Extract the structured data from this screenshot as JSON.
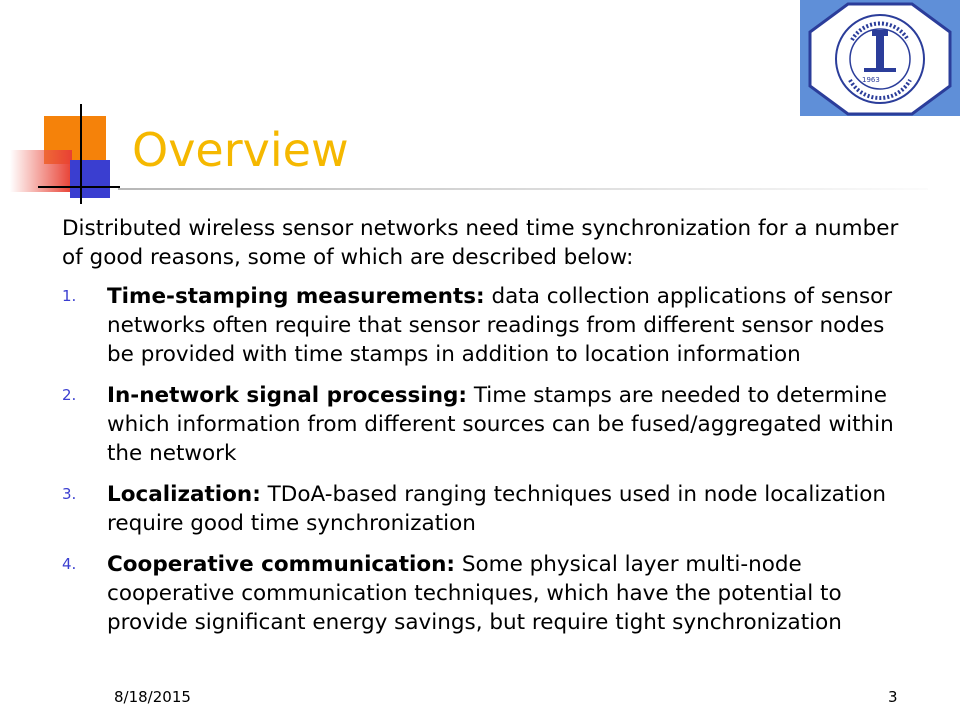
{
  "slide": {
    "title": "Overview",
    "intro": "Distributed wireless sensor networks need time synchronization for a number of good reasons, some of which are described below:",
    "items": [
      {
        "number": "1.",
        "heading": "Time-stamping measurements:",
        "text": " data collection applications of sensor networks often require that sensor readings from different sensor nodes be provided with time stamps in addition to location information"
      },
      {
        "number": "2.",
        "heading": "In-network signal processing:",
        "text": " Time stamps are needed to determine which information from different sources can be fused/aggregated within the network"
      },
      {
        "number": "3.",
        "heading": "Localization:",
        "text": " TDoA-based ranging techniques used in node localization require good time synchronization"
      },
      {
        "number": "4.",
        "heading": "Cooperative communication:",
        "text": " Some physical layer multi-node cooperative communication techniques, which have the potential to provide significant energy savings, but require tight synchronization"
      }
    ],
    "footer": {
      "date": "8/18/2015",
      "page": "3"
    }
  },
  "colors": {
    "title": "#f5b800",
    "accent_orange": "#f5820a",
    "accent_blue": "#3a3ed0",
    "accent_red": "#e84033",
    "logo_background": "#5f8fd8"
  },
  "logo": {
    "icon": "university-seal-icon",
    "year_text": "1963"
  }
}
